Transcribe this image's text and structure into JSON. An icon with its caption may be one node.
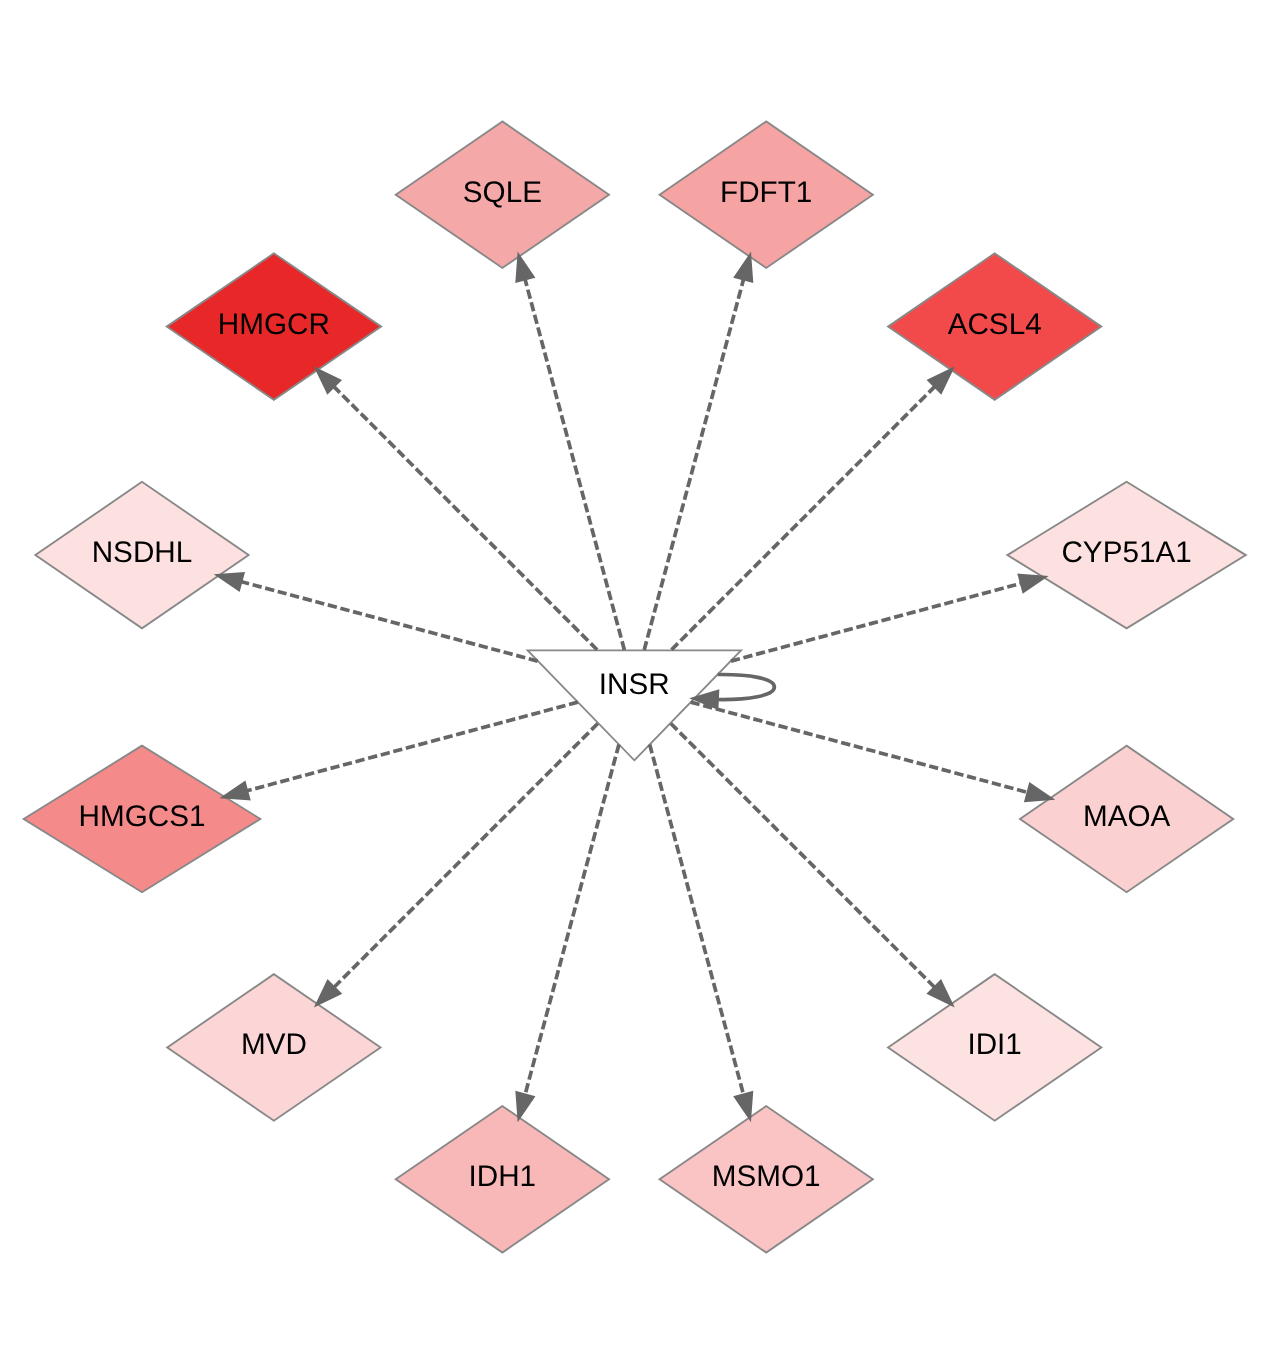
{
  "diagram": {
    "nodes": [
      {
        "text": [
          "CYP51A1"
        ]
      },
      {
        "text": [
          "ACSL4"
        ]
      },
      {
        "text": [
          "FDFT1"
        ]
      },
      {
        "text": [
          "SQLE"
        ]
      },
      {
        "text": [
          "HMGCR"
        ]
      },
      {
        "text": [
          "NSDHL"
        ]
      },
      {
        "text": [
          "INSR"
        ]
      },
      {
        "text": [
          "HMGCS1"
        ]
      },
      {
        "text": [
          "MVD"
        ]
      },
      {
        "text": [
          "IDH1"
        ]
      },
      {
        "text": [
          "MSMO1"
        ]
      },
      {
        "text": [
          "IDI1"
        ]
      },
      {
        "text": [
          "MAOA"
        ]
      }
    ],
    "edges": [
      {
        "from": 6,
        "to": 6,
        "arrow": "to"
      },
      {
        "from": 6,
        "to": 0,
        "arrow": "to",
        "style": "dashed"
      },
      {
        "from": 6,
        "to": 1,
        "arrow": "to",
        "style": "dashed"
      },
      {
        "from": 6,
        "to": 2,
        "arrow": "to",
        "style": "dashed"
      },
      {
        "from": 6,
        "to": 3,
        "arrow": "to",
        "style": "dashed"
      },
      {
        "from": 6,
        "to": 4,
        "arrow": "to",
        "style": "dashed"
      },
      {
        "from": 6,
        "to": 5,
        "arrow": "to",
        "style": "dashed"
      },
      {
        "from": 6,
        "to": 7,
        "arrow": "to",
        "style": "dashed"
      },
      {
        "from": 6,
        "to": 8,
        "arrow": "to",
        "style": "dashed"
      },
      {
        "from": 6,
        "to": 9,
        "arrow": "to",
        "style": "dashed"
      },
      {
        "from": 6,
        "to": 10,
        "arrow": "to",
        "style": "dashed"
      },
      {
        "from": 6,
        "to": 11,
        "arrow": "to",
        "style": "dashed"
      },
      {
        "from": 6,
        "to": 12,
        "arrow": "to",
        "style": "dashed"
      }
    ]
  }
}
